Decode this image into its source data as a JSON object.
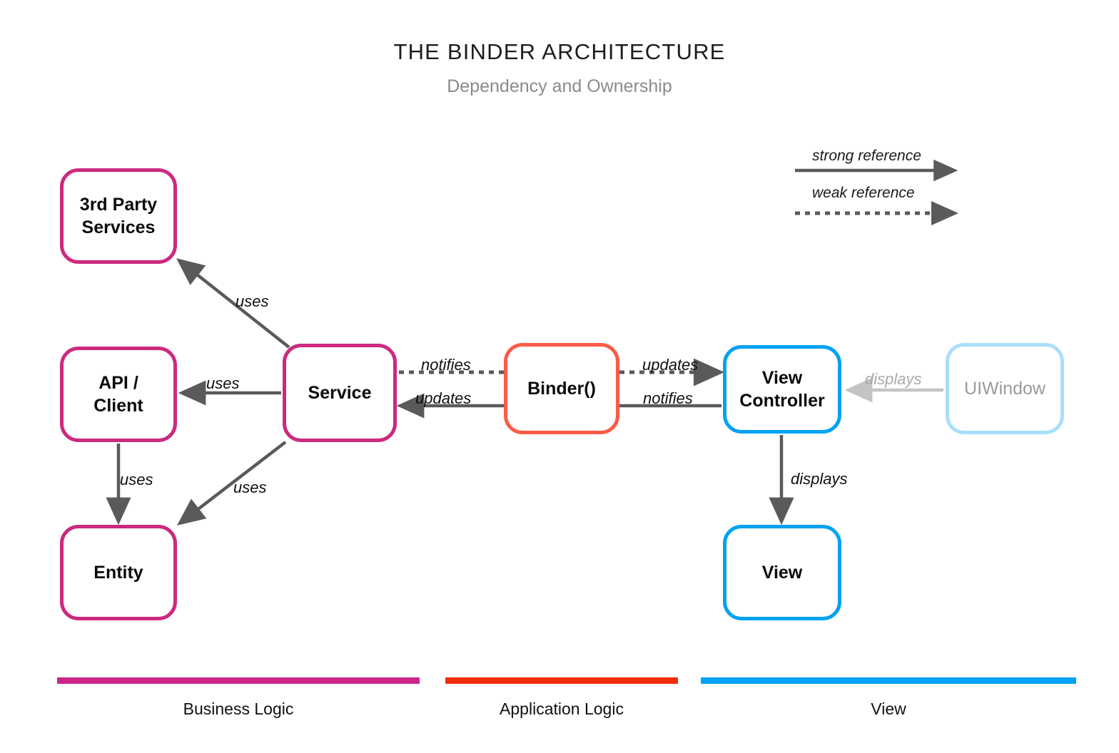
{
  "header": {
    "title": "THE BINDER ARCHITECTURE",
    "subtitle": "Dependency and Ownership"
  },
  "reference_legend": {
    "strong": "strong reference",
    "weak": "weak reference"
  },
  "nodes": {
    "third_party": "3rd Party\nServices",
    "third_party_line1": "3rd Party",
    "third_party_line2": "Services",
    "api_client_line1": "API /",
    "api_client_line2": "Client",
    "entity": "Entity",
    "service": "Service",
    "binder": "Binder()",
    "view_controller_line1": "View",
    "view_controller_line2": "Controller",
    "view": "View",
    "uiwindow": "UIWindow"
  },
  "edges": {
    "service_to_thirdparty": "uses",
    "service_to_apiclient": "uses",
    "apiclient_to_entity": "uses",
    "service_to_entity": "uses",
    "service_notifies_binder": "notifies",
    "binder_updates_service": "updates",
    "binder_updates_viewcontroller": "updates",
    "viewcontroller_notifies_binder": "notifies",
    "viewcontroller_displays_view": "displays",
    "uiwindow_displays_viewcontroller": "displays"
  },
  "categories": [
    {
      "label": "Business Logic",
      "color": "#c9268a"
    },
    {
      "label": "Application Logic",
      "color": "#f02c0a"
    },
    {
      "label": "View",
      "color": "#00a2f3"
    }
  ],
  "colors": {
    "business_logic": "#cc2a7f",
    "application_logic": "#fc5b47",
    "view": "#00a2f3",
    "uiwindow": "#a9dffb",
    "arrow": "#5a5a5a",
    "arrow_muted": "#c4c4c4"
  }
}
